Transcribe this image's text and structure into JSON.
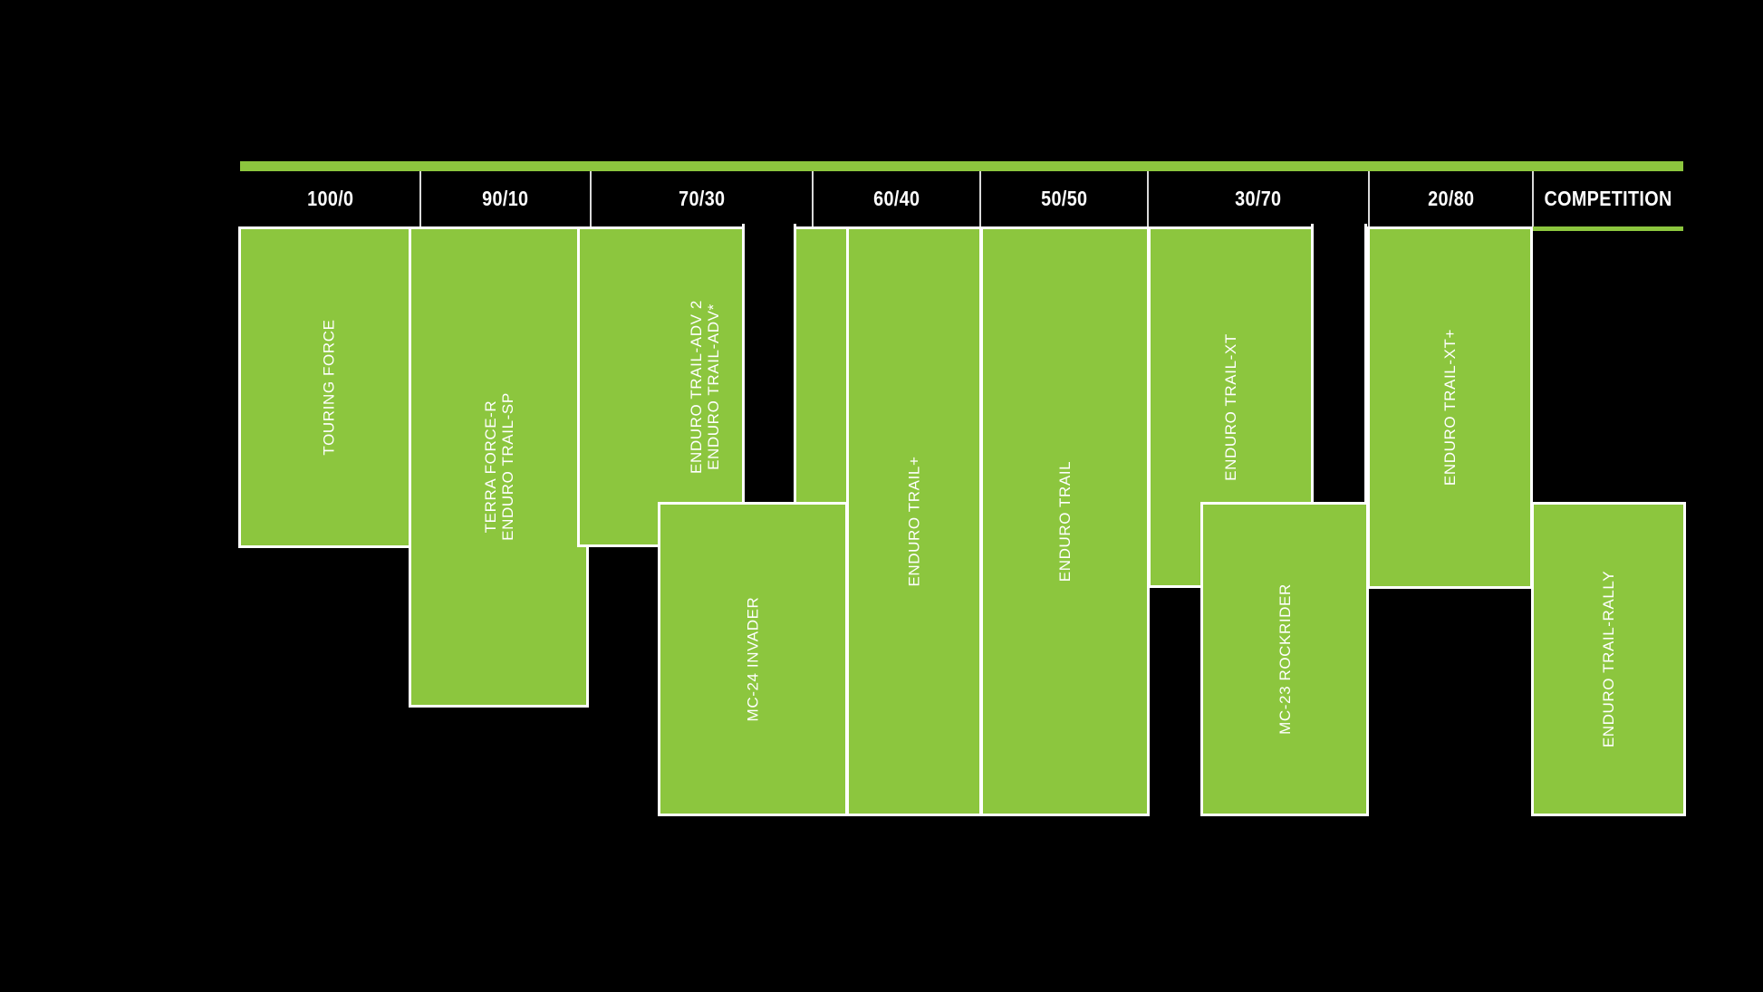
{
  "chart_data": {
    "type": "bar",
    "title": "",
    "xlabel": "",
    "ylabel": "",
    "orientation": "vertical",
    "accent_color": "#8CC63E",
    "background_color": "#000000",
    "text_color": "#FFFFFF",
    "categories": [
      "100/0",
      "90/10",
      "70/30",
      "60/40",
      "50/50",
      "30/70",
      "20/80",
      "COMPETITION"
    ],
    "category_meaning": "on-road / off-road usage ratio",
    "series": [
      {
        "name": "TOURING FORCE",
        "span_start": 0.0,
        "span_end": 1.0,
        "top": 0.0,
        "bottom": 0.545
      },
      {
        "name": "TERRA FORCE-R",
        "span_start": 1.0,
        "span_end": 2.0,
        "top": 0.0,
        "bottom": 0.818
      },
      {
        "name": "ENDURO TRAIL-SP",
        "span_start": 1.0,
        "span_end": 2.0,
        "top": 0.0,
        "bottom": 0.818
      },
      {
        "name": "ENDURO TRAIL-ADV 2",
        "span_start": 2.0,
        "span_end": 3.42,
        "top": 0.0,
        "bottom": 0.545
      },
      {
        "name": "ENDURO TRAIL-ADV*",
        "span_start": 2.0,
        "span_end": 3.42,
        "top": 0.0,
        "bottom": 0.545
      },
      {
        "name": "MC-24 INVADER",
        "span_start": 2.64,
        "span_end": 3.86,
        "top": 0.47,
        "bottom": 1.0
      },
      {
        "name": "ENDURO TRAIL+",
        "span_start": 3.42,
        "span_end": 4.22,
        "top": 0.0,
        "bottom": 1.0
      },
      {
        "name": "ENDURO TRAIL",
        "span_start": 4.22,
        "span_end": 5.02,
        "top": 0.0,
        "bottom": 1.0
      },
      {
        "name": "ENDURO TRAIL-XT",
        "span_start": 5.02,
        "span_end": 6.2,
        "top": 0.0,
        "bottom": 0.61
      },
      {
        "name": "MC-23 ROCKRIDER",
        "span_start": 5.3,
        "span_end": 6.43,
        "top": 0.47,
        "bottom": 1.0
      },
      {
        "name": "ENDURO TRAIL-XT+",
        "span_start": 6.2,
        "span_end": 7.08,
        "top": 0.0,
        "bottom": 0.61
      },
      {
        "name": "ENDURO TRAIL-RALLY",
        "span_start": 7.08,
        "span_end": 8.0,
        "top": 0.47,
        "bottom": 1.0
      }
    ],
    "notes": "Stacked product-positioning band chart. Green blocks indicate the on-road/off-road usage range each tyre model covers.",
    "legend": [],
    "grid": false,
    "axis_ranges": {
      "x": [
        "100/0",
        "COMPETITION"
      ],
      "y": [
        0,
        1
      ]
    }
  },
  "header": {
    "cells": [
      {
        "label": "100/0"
      },
      {
        "label": "90/10"
      },
      {
        "label": "70/30"
      },
      {
        "label": "60/40"
      },
      {
        "label": "50/50"
      },
      {
        "label": "30/70"
      },
      {
        "label": "20/80"
      },
      {
        "label": "COMPETITION"
      }
    ]
  },
  "bars": {
    "touring_force": {
      "line1": "TOURING FORCE"
    },
    "terra_force_r": {
      "line1": "TERRA FORCE-R",
      "line2": "ENDURO TRAIL-SP"
    },
    "enduro_trail_adv": {
      "line1": "ENDURO TRAIL-ADV 2",
      "line2": "ENDURO TRAIL-ADV*"
    },
    "mc24_invader": {
      "line1": "MC-24 INVADER"
    },
    "enduro_trail_plus": {
      "line1": "ENDURO TRAIL+"
    },
    "enduro_trail": {
      "line1": "ENDURO TRAIL"
    },
    "enduro_trail_xt": {
      "line1": "ENDURO TRAIL-XT"
    },
    "mc23_rockrider": {
      "line1": "MC-23 ROCKRIDER"
    },
    "enduro_trail_xt_plus": {
      "line1": "ENDURO TRAIL-XT+"
    },
    "enduro_trail_rally": {
      "line1": "ENDURO TRAIL-RALLY"
    }
  }
}
